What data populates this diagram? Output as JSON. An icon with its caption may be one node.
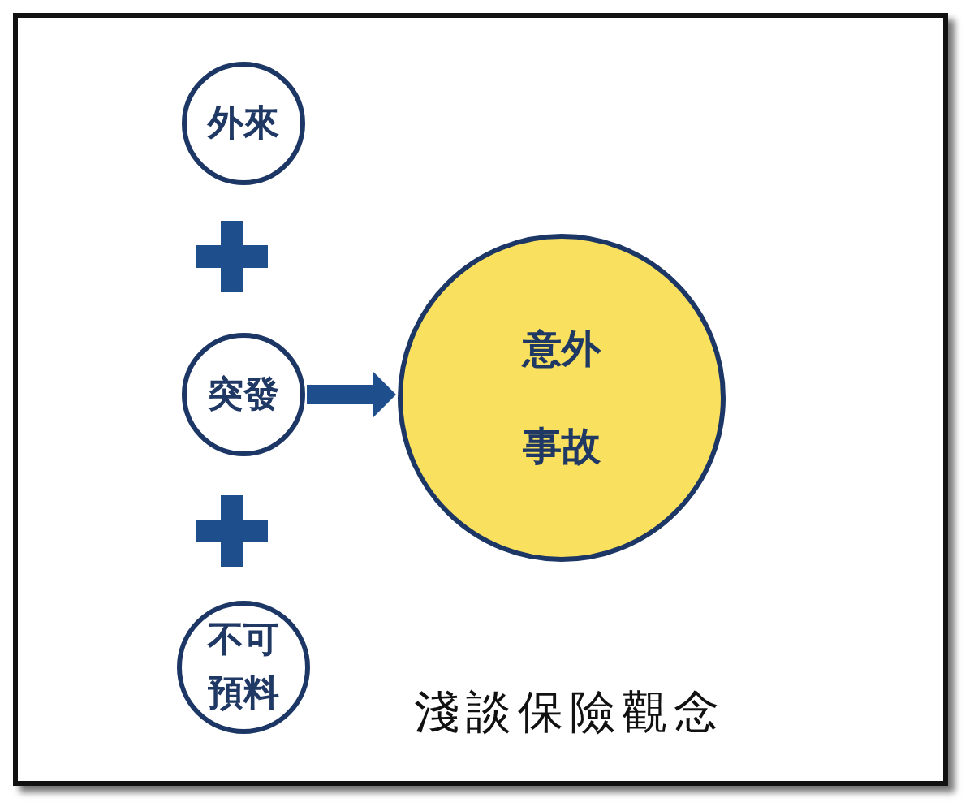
{
  "diagram": {
    "caption": "淺談保險觀念",
    "nodes": [
      {
        "text": [
          "外來"
        ]
      },
      {
        "text": [
          "突發"
        ]
      },
      {
        "text": [
          "不可預料"
        ]
      },
      {
        "text": [
          "意外事故"
        ]
      }
    ],
    "edges": [
      {
        "from": 1,
        "to": 3,
        "arrow": "to"
      }
    ]
  }
}
